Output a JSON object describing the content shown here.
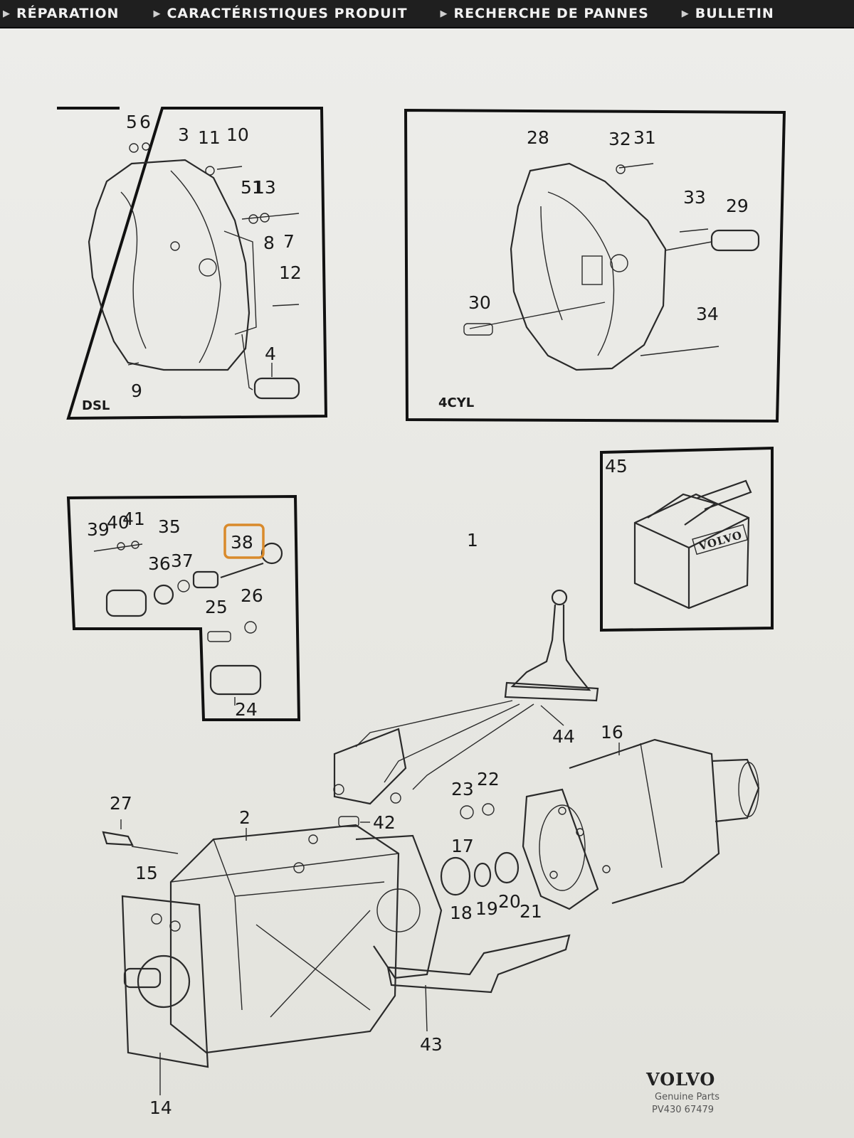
{
  "nav": {
    "items": [
      {
        "label": "RÉPARATION"
      },
      {
        "label": "CARACTÉRISTIQUES PRODUIT"
      },
      {
        "label": "RECHERCHE DE PANNES"
      },
      {
        "label": "BULLETIN"
      }
    ]
  },
  "diagram": {
    "box_labels": {
      "dsl": "DSL",
      "four_cyl": "4CYL"
    },
    "highlight_color": "#d98a2b",
    "callouts": {
      "c1": "1",
      "c2": "2",
      "c3": "3",
      "c4": "4",
      "c5": "5",
      "c6": "6",
      "c7": "7",
      "c8": "8",
      "c9": "9",
      "c10": "10",
      "c11": "11",
      "c12": "12",
      "c13": "13",
      "c14": "14",
      "c15": "15",
      "c16": "16",
      "c17": "17",
      "c18": "18",
      "c19": "19",
      "c20": "20",
      "c21": "21",
      "c22": "22",
      "c23": "23",
      "c24": "24",
      "c25": "25",
      "c26": "26",
      "c27": "27",
      "c28": "28",
      "c29": "29",
      "c30": "30",
      "c31": "31",
      "c32": "32",
      "c33": "33",
      "c34": "34",
      "c35": "35",
      "c36": "36",
      "c37": "37",
      "c38": "38",
      "c39": "39",
      "c40": "40",
      "c41": "41",
      "c42": "42",
      "c43": "43",
      "c44": "44",
      "c45": "45",
      "c51": "51"
    },
    "box_brand": "VOLVO"
  },
  "footer": {
    "brand": "VOLVO",
    "subtitle": "Genuine Parts",
    "ref": "PV430 67479"
  }
}
